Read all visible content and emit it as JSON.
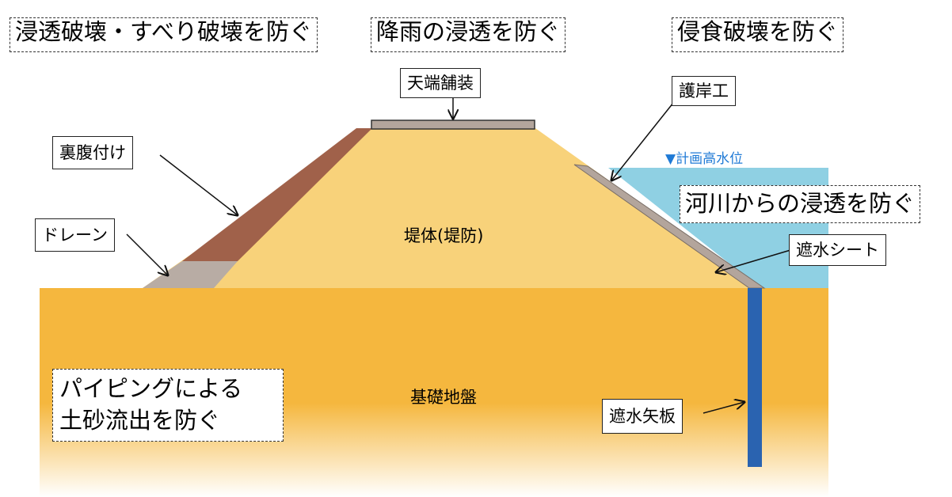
{
  "titles": {
    "left": "浸透破壊・すべり破壊を防ぐ",
    "center": "降雨の浸透を防ぐ",
    "right": "侵食破壊を防ぐ"
  },
  "side_notes": {
    "river": "河川からの浸透を防ぐ",
    "piping_line1": "パイピングによる",
    "piping_line2": "土砂流出を防ぐ"
  },
  "labels": {
    "crown_pavement": "天端舗装",
    "revetment": "護岸工",
    "back_slope_fill": "裏腹付け",
    "drain": "ドレーン",
    "impermeable_sheet": "遮水シート",
    "sheet_pile": "遮水矢板"
  },
  "region_text": {
    "embankment": "堤体(堤防)",
    "foundation": "基礎地盤",
    "design_water_level": "▼計画高水位"
  },
  "colors": {
    "embankment": "#f8d27a",
    "foundation": "#f5b73e",
    "back_fill": "#a0614a",
    "drain": "#b8aca4",
    "pavement": "#b3a59c",
    "water": "#8fd0e3",
    "sheet_pile": "#2a63b0",
    "water_level_text": "#1f7ad6"
  }
}
